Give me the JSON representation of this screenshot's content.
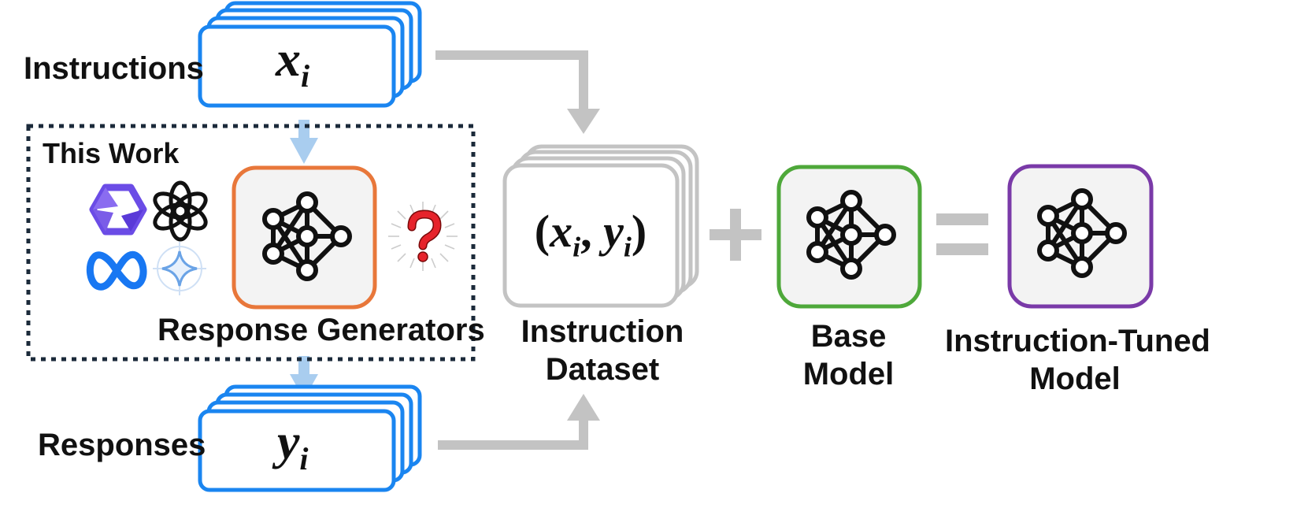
{
  "labels": {
    "instructions": "Instructions",
    "responses": "Responses",
    "this_work": "This Work",
    "response_generators": "Response Generators",
    "instruction_dataset_line1": "Instruction",
    "instruction_dataset_line2": "Dataset",
    "base_model_line1": "Base",
    "base_model_line2": "Model",
    "tuned_model_line1": "Instruction-Tuned",
    "tuned_model_line2": "Model"
  },
  "math": {
    "x_var": "x",
    "x_sub": "i",
    "y_var": "y",
    "y_sub": "i",
    "pair_open": "(",
    "pair_x": "x",
    "pair_x_sub": "i",
    "pair_comma": ", ",
    "pair_y": "y",
    "pair_y_sub": "i",
    "pair_close": ")"
  },
  "operators": {
    "plus": "+",
    "equals": "="
  },
  "colors": {
    "blue": "#1a85f0",
    "light_blue": "#a9cdef",
    "gray": "#c3c3c3",
    "orange": "#e8773a",
    "green": "#4ea83a",
    "purple": "#7a3aa8",
    "dotted": "#1b2a3a"
  },
  "icons": [
    "qwen-icon",
    "openai-icon",
    "meta-icon",
    "gemini-icon",
    "question-mark-icon",
    "neural-network-icon"
  ]
}
